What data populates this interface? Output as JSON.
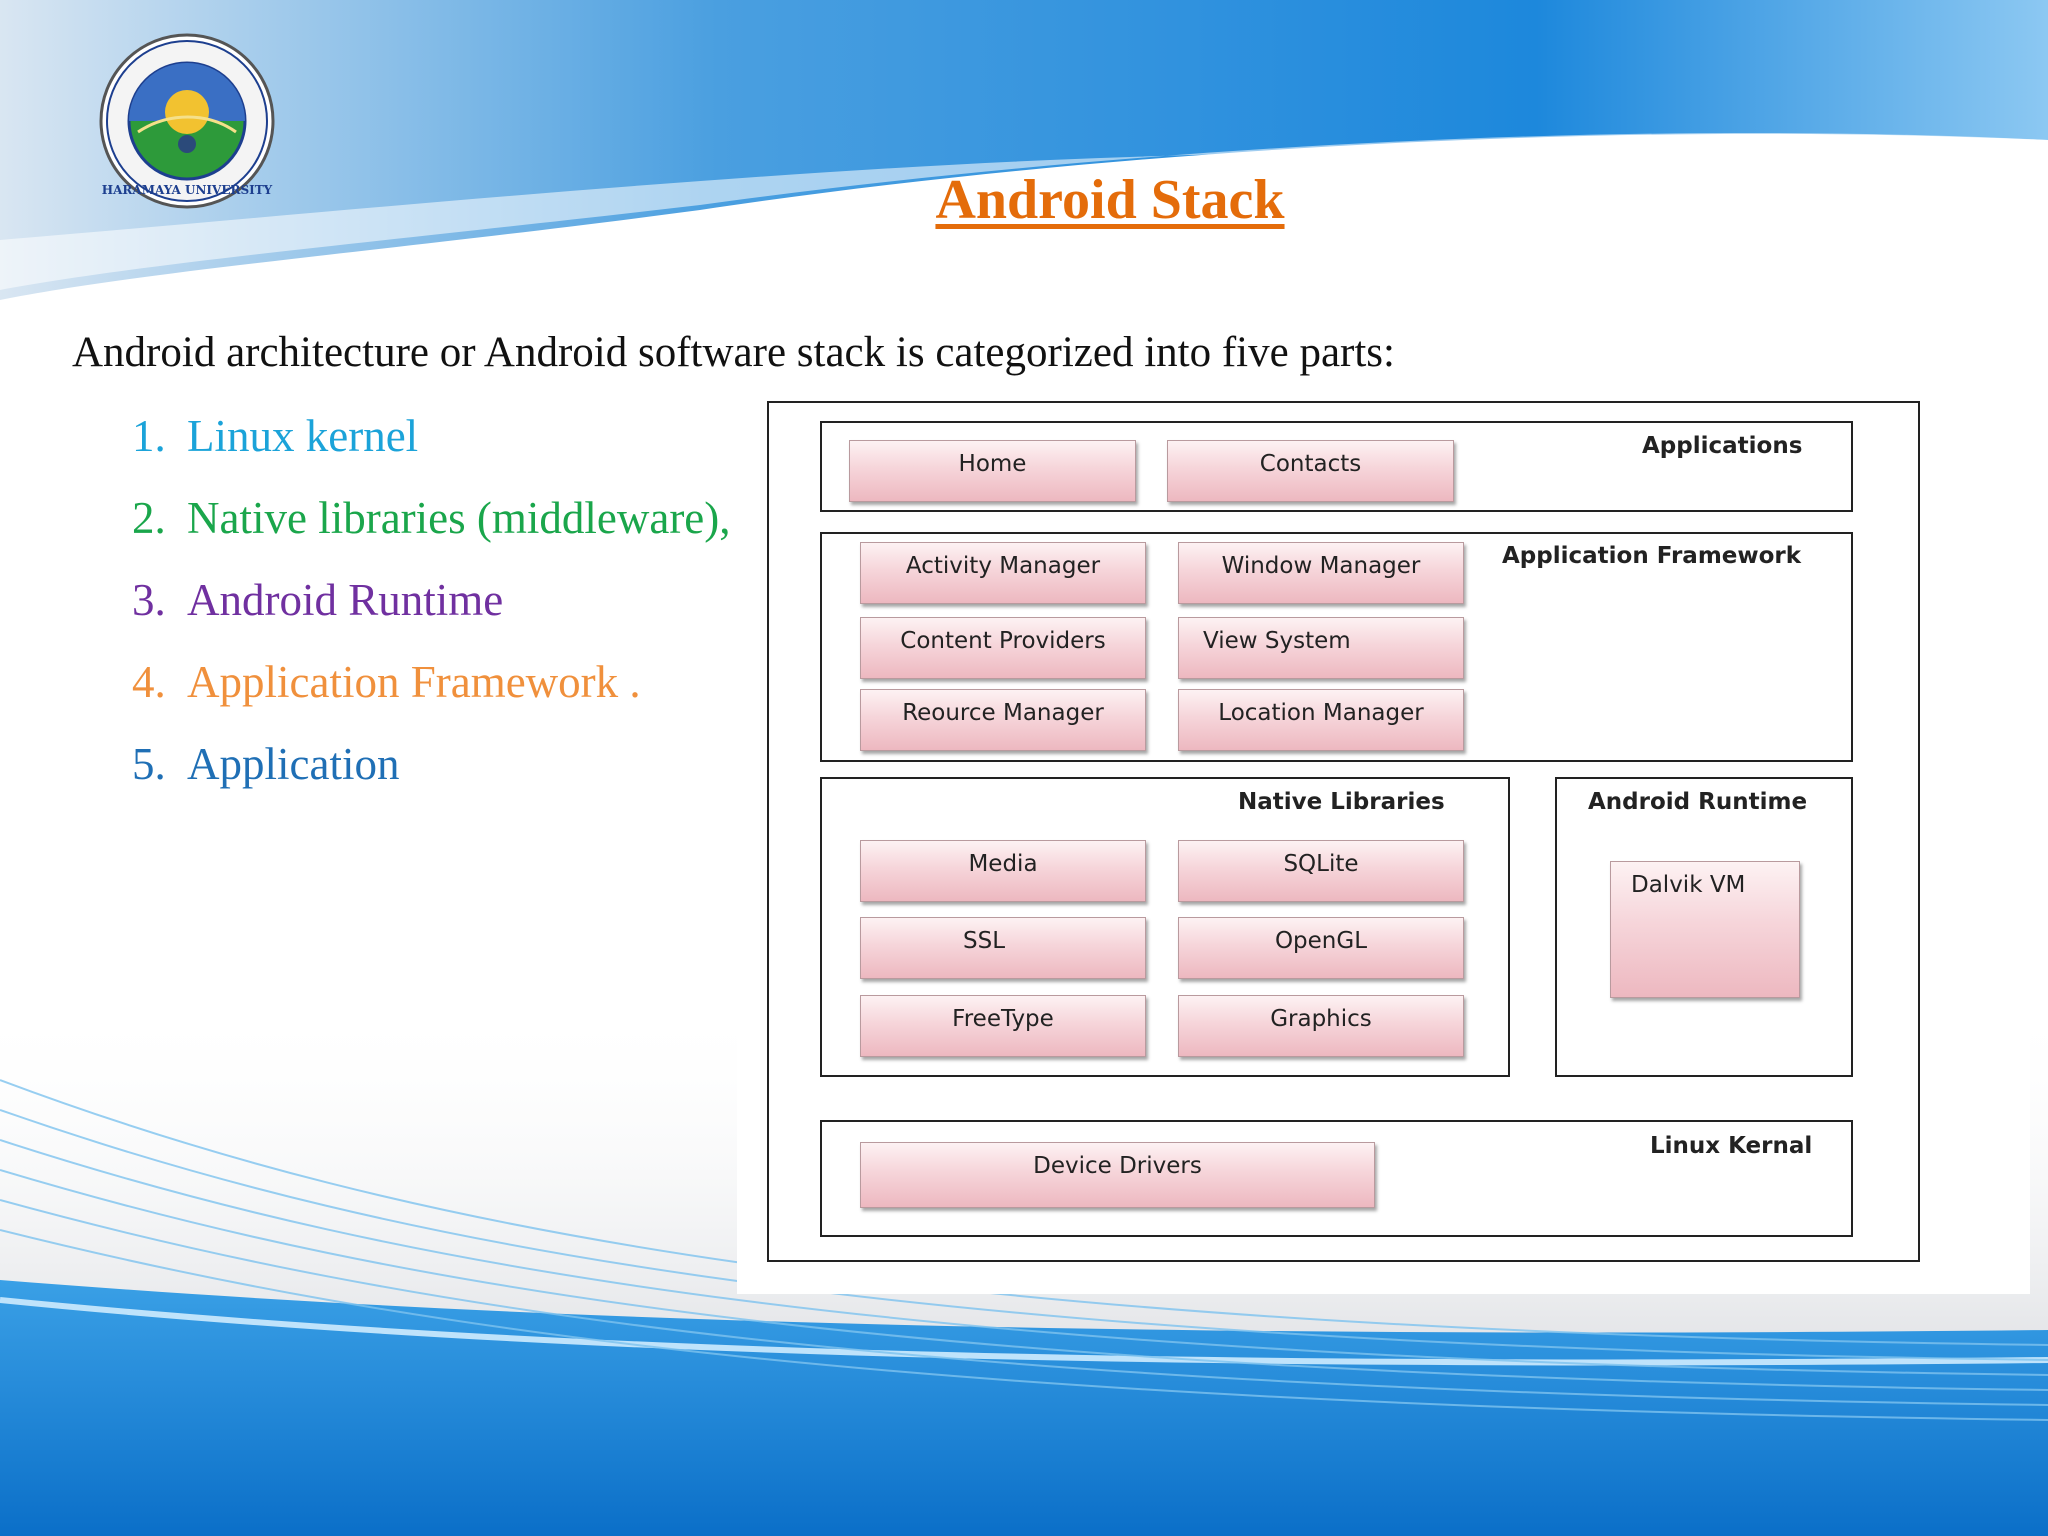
{
  "slide": {
    "title": "Android Stack",
    "intro": "Android architecture or Android software stack is categorized into five parts:",
    "parts": [
      {
        "num": "1.",
        "text": "Linux kernel",
        "color": "#1ba3d9"
      },
      {
        "num": "2.",
        "text": "Native libraries (middleware),",
        "color": "#1aa64b"
      },
      {
        "num": "3.",
        "text": "Android Runtime",
        "color": "#7030a0"
      },
      {
        "num": "4.",
        "text": "Application Framework .",
        "color": "#f0903c"
      },
      {
        "num": "5.",
        "text": "Application",
        "color": "#1f6fb5"
      }
    ]
  },
  "logo": {
    "seal_text": "HARAMAYA UNIVERSITY",
    "icon": "university-seal-icon"
  },
  "diagram": {
    "applications": {
      "label": "Applications",
      "items": [
        "Home",
        "Contacts"
      ]
    },
    "framework": {
      "label": "Application Framework",
      "items": [
        "Activity Manager",
        "Window Manager",
        "Content Providers",
        "View System",
        "Reource Manager",
        "Location Manager"
      ]
    },
    "native": {
      "label": "Native Libraries",
      "items": [
        "Media",
        "SQLite",
        "SSL",
        "OpenGL",
        "FreeType",
        "Graphics"
      ]
    },
    "runtime": {
      "label": "Android Runtime",
      "items": [
        "Dalvik VM"
      ]
    },
    "kernel": {
      "label": "Linux Kernal",
      "items": [
        "Device Drivers"
      ]
    }
  },
  "colors": {
    "title": "#e46c0a",
    "component_fill": "#f6d5da",
    "accent_blue": "#1e88d6"
  }
}
